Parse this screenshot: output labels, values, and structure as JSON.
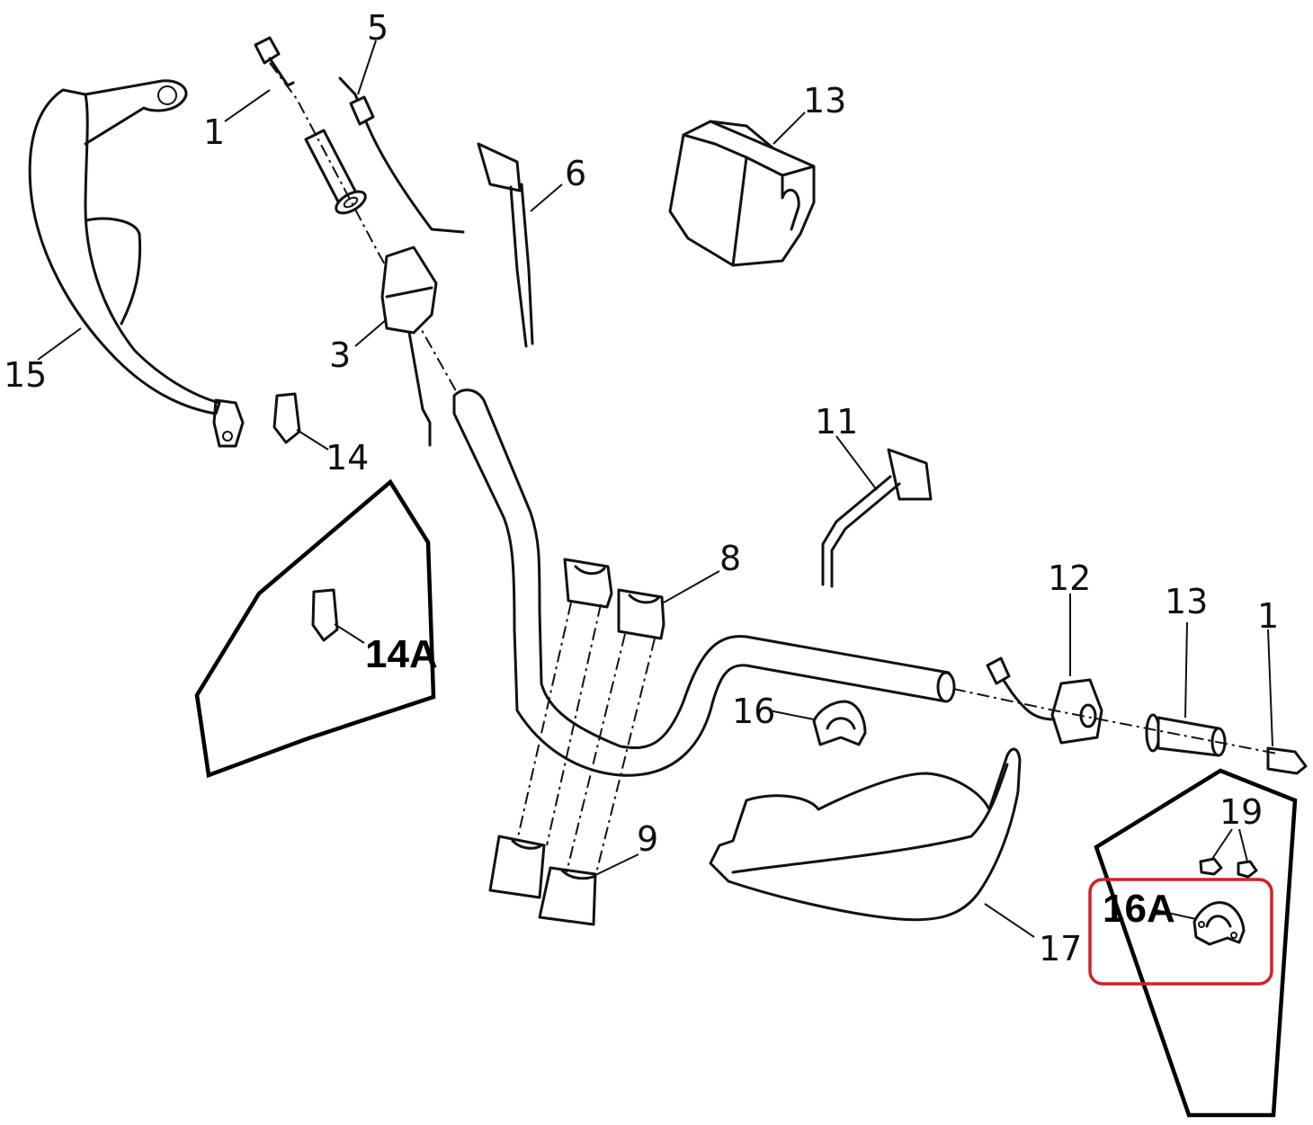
{
  "labels": {
    "l1a": "1",
    "l5": "5",
    "l6": "6",
    "l13a": "13",
    "l15": "15",
    "l3": "3",
    "l14": "14",
    "l14a": "14A",
    "l11": "11",
    "l8": "8",
    "l12": "12",
    "l13b": "13",
    "l1b": "1",
    "l16": "16",
    "l9": "9",
    "l17": "17",
    "l19": "19",
    "l16a": "16A"
  },
  "highlight_color": "#d0202a"
}
